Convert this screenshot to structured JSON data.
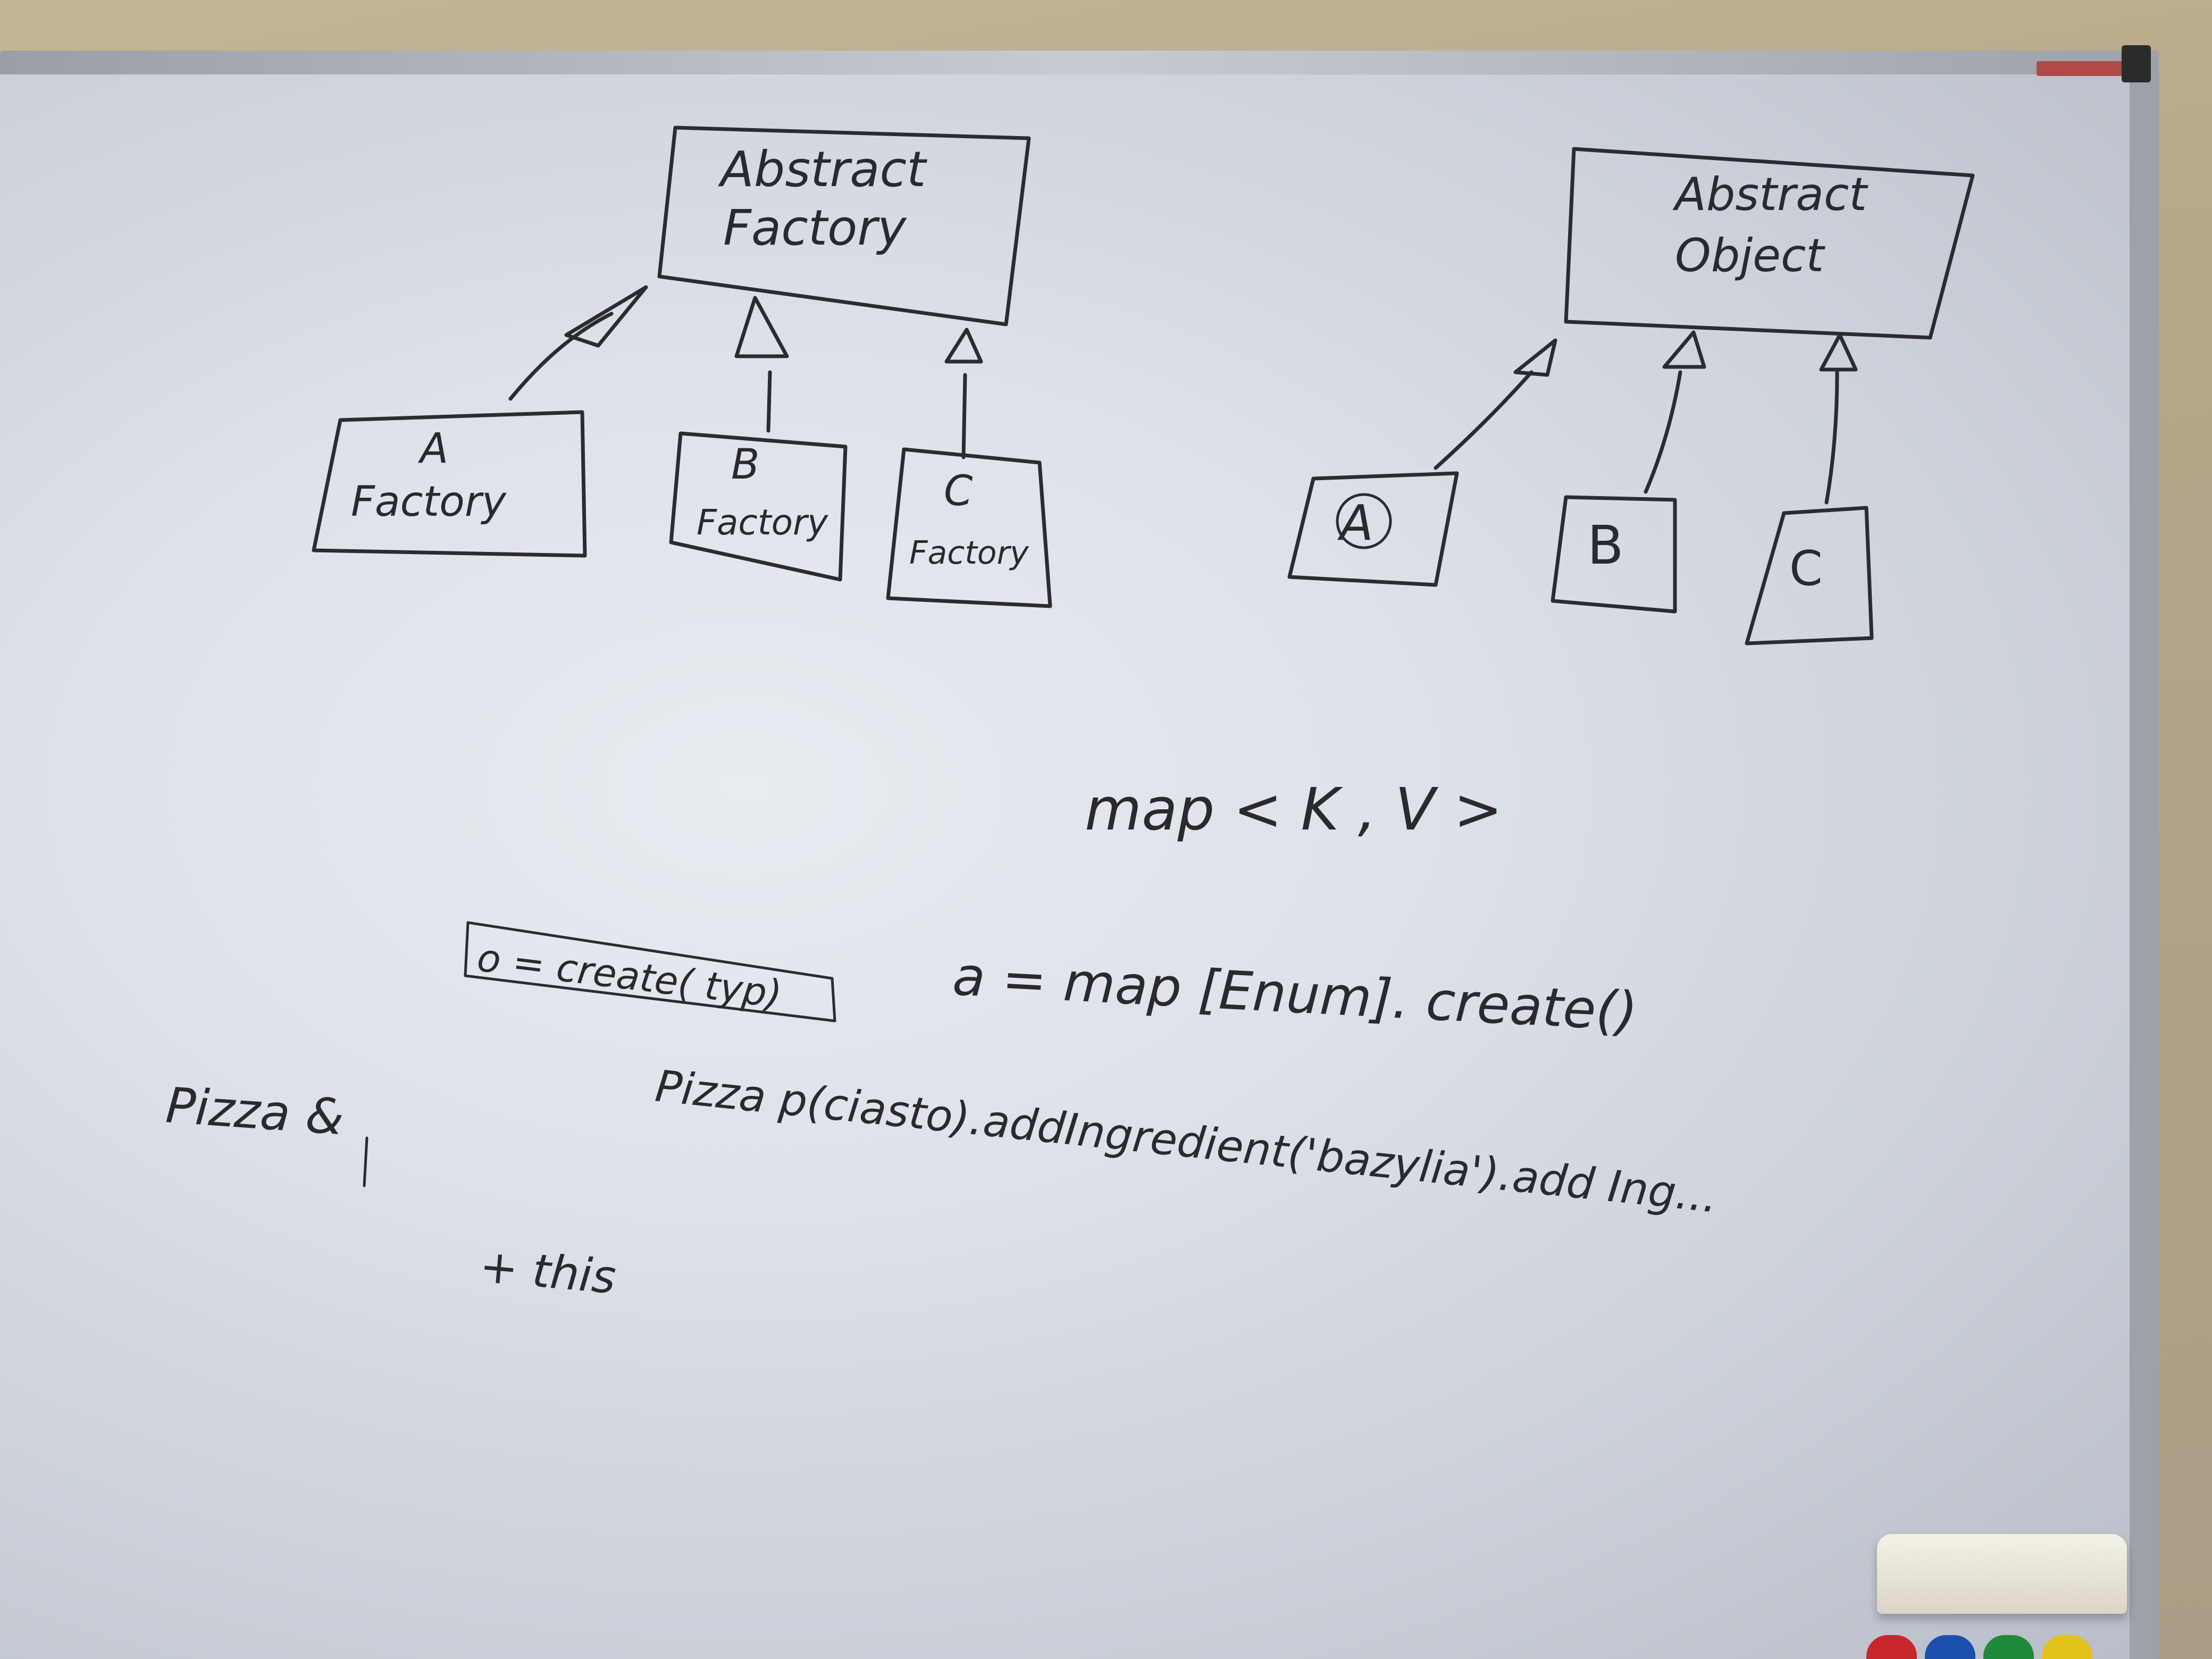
{
  "board": {
    "factory_diagram": {
      "parent": [
        "Abstract",
        "Factory"
      ],
      "children": [
        {
          "line1": "A",
          "line2": "Factory"
        },
        {
          "line1": "B",
          "line2": "Factory"
        },
        {
          "line1": "C",
          "line2": "Factory"
        }
      ]
    },
    "object_diagram": {
      "parent": [
        "Abstract",
        "Object"
      ],
      "children": [
        "A",
        "B",
        "C"
      ]
    },
    "code": {
      "map_line": "map < K , V >",
      "boxed_line": "o = create( typ)",
      "assign_line": "a = map [Enum]. create()",
      "pizza_line": "Pizza p(ciasto).addIngredient('bazylia').add Ing...",
      "pizza_ref": "Pizza &",
      "this_line": "+ this"
    }
  }
}
